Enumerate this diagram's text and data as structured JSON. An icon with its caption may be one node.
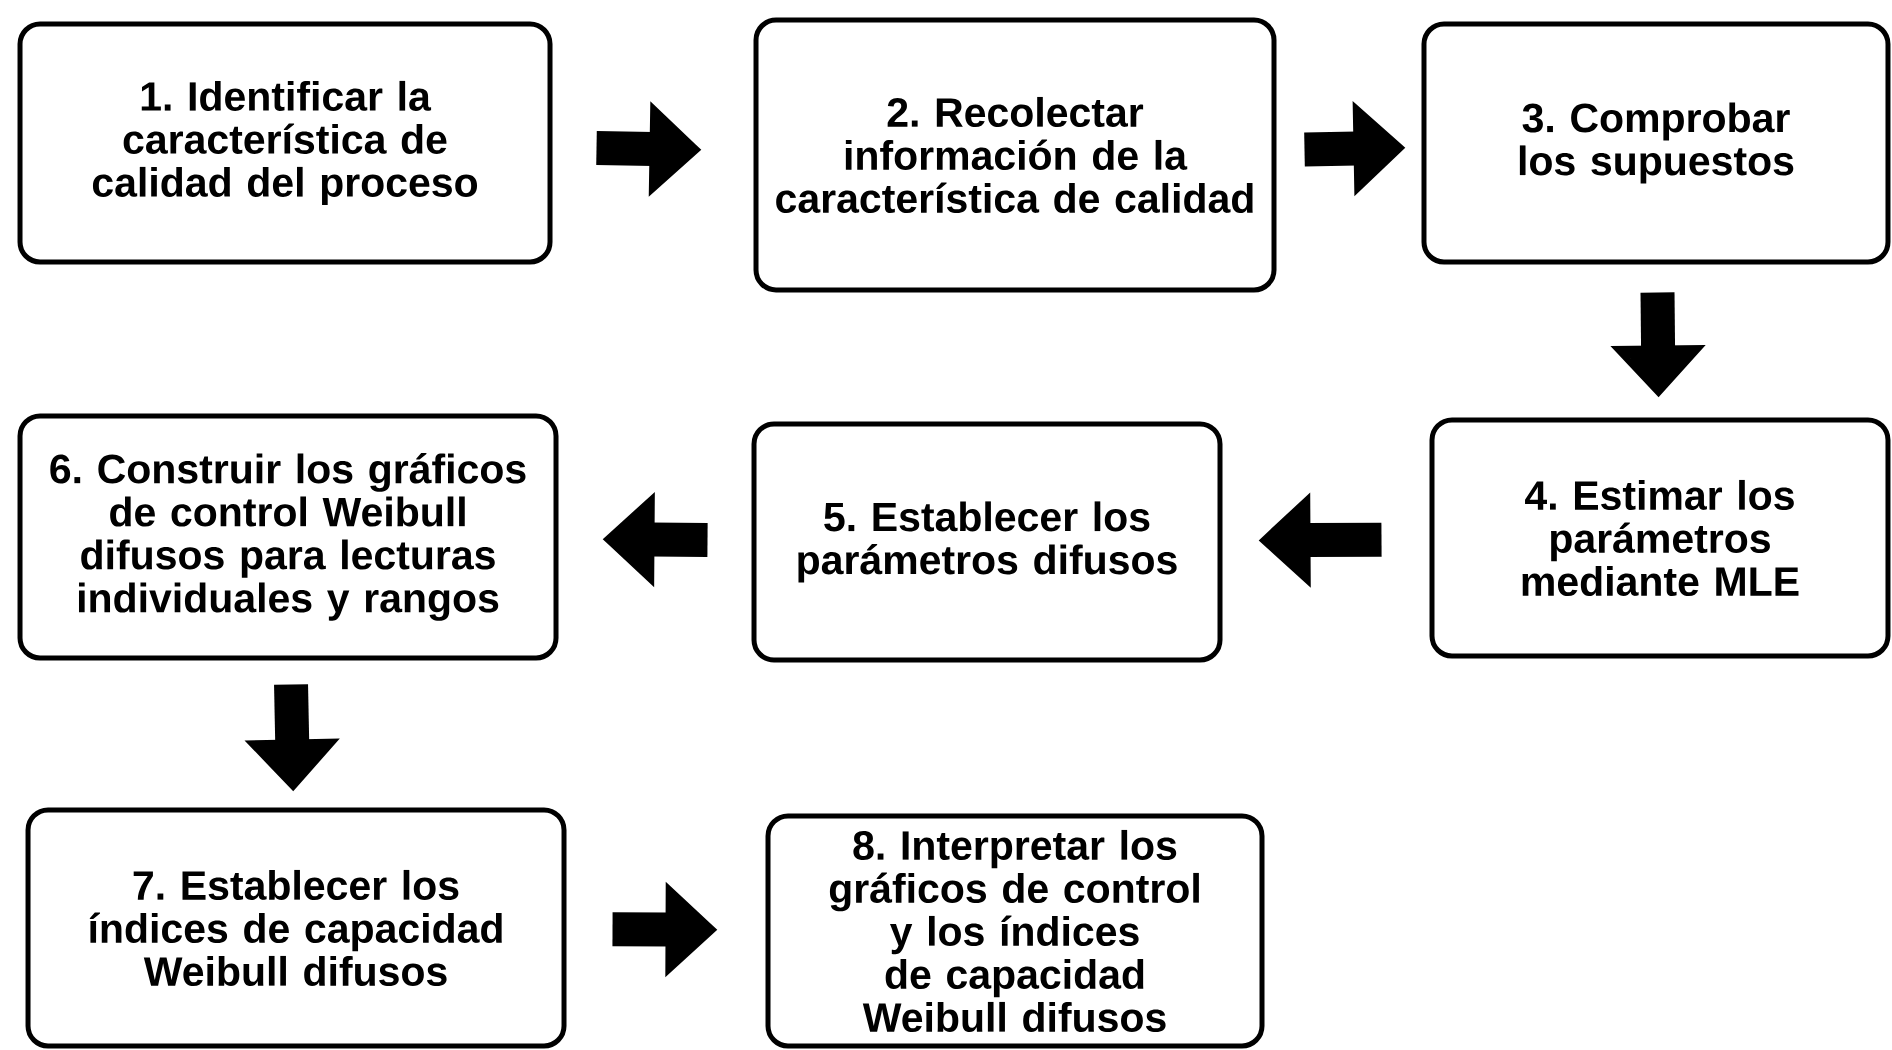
{
  "diagram": {
    "nodes": [
      {
        "text": [
          "1. Identificar la característica de calidad del proceso"
        ]
      },
      {
        "text": [
          "2. Recolectar información de la característica de calidad"
        ]
      },
      {
        "text": [
          "3. Comprobar los supuestos"
        ]
      },
      {
        "text": [
          "4. Estimar los parámetros mediante MLE"
        ]
      },
      {
        "text": [
          "5. Establecer los parámetros difusos"
        ]
      },
      {
        "text": [
          "6. Construir los gráficos de control Weibull difusos para lecturas individuales y rangos"
        ]
      },
      {
        "text": [
          "7. Establecer los índices de capacidad Weibull difusos"
        ]
      },
      {
        "text": [
          "8. Interpretar los gráficos de control y los índices de capacidad Weibull difusos"
        ]
      }
    ],
    "edges": [
      {
        "from": 0,
        "to": 1,
        "arrow": "to"
      },
      {
        "from": 1,
        "to": 2,
        "arrow": "to"
      },
      {
        "from": 2,
        "to": 3,
        "arrow": "to"
      },
      {
        "from": 3,
        "to": 4,
        "arrow": "to"
      },
      {
        "from": 4,
        "to": 5,
        "arrow": "to"
      },
      {
        "from": 5,
        "to": 6,
        "arrow": "to"
      },
      {
        "from": 6,
        "to": 7,
        "arrow": "to"
      }
    ]
  }
}
